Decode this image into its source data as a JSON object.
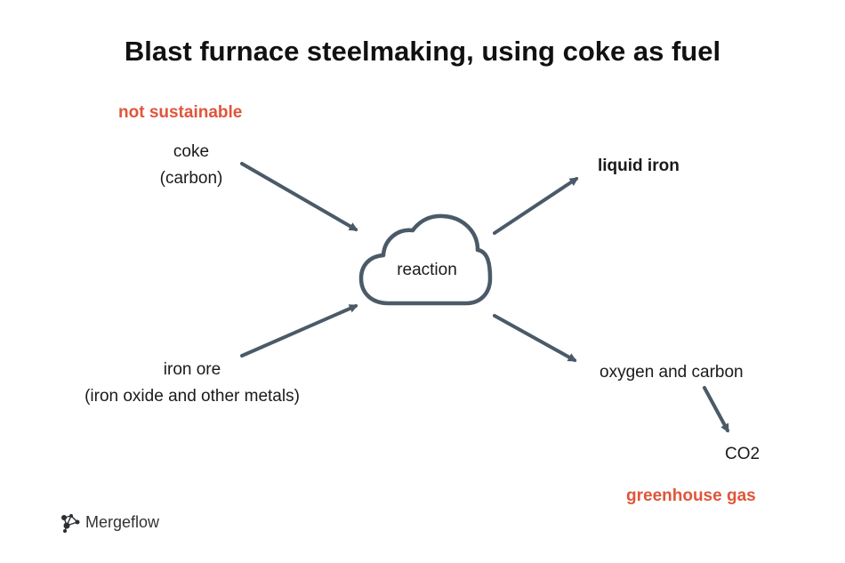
{
  "title": "Blast furnace steelmaking, using coke as fuel",
  "notes": {
    "inputs_flag": "not sustainable",
    "output_flag": "greenhouse gas"
  },
  "inputs": {
    "coke_line1": "coke",
    "coke_line2": "(carbon)",
    "ore_line1": "iron ore",
    "ore_line2": "(iron oxide and other metals)"
  },
  "process": {
    "label": "reaction"
  },
  "outputs": {
    "liquid_iron": "liquid iron",
    "oxygen_carbon": "oxygen and carbon",
    "co2": "CO2"
  },
  "brand": {
    "name": "Mergeflow",
    "icon": "mergeflow-logo-icon"
  },
  "colors": {
    "arrow": "#4a5a68",
    "accent": "#e0553a",
    "text": "#111111"
  }
}
